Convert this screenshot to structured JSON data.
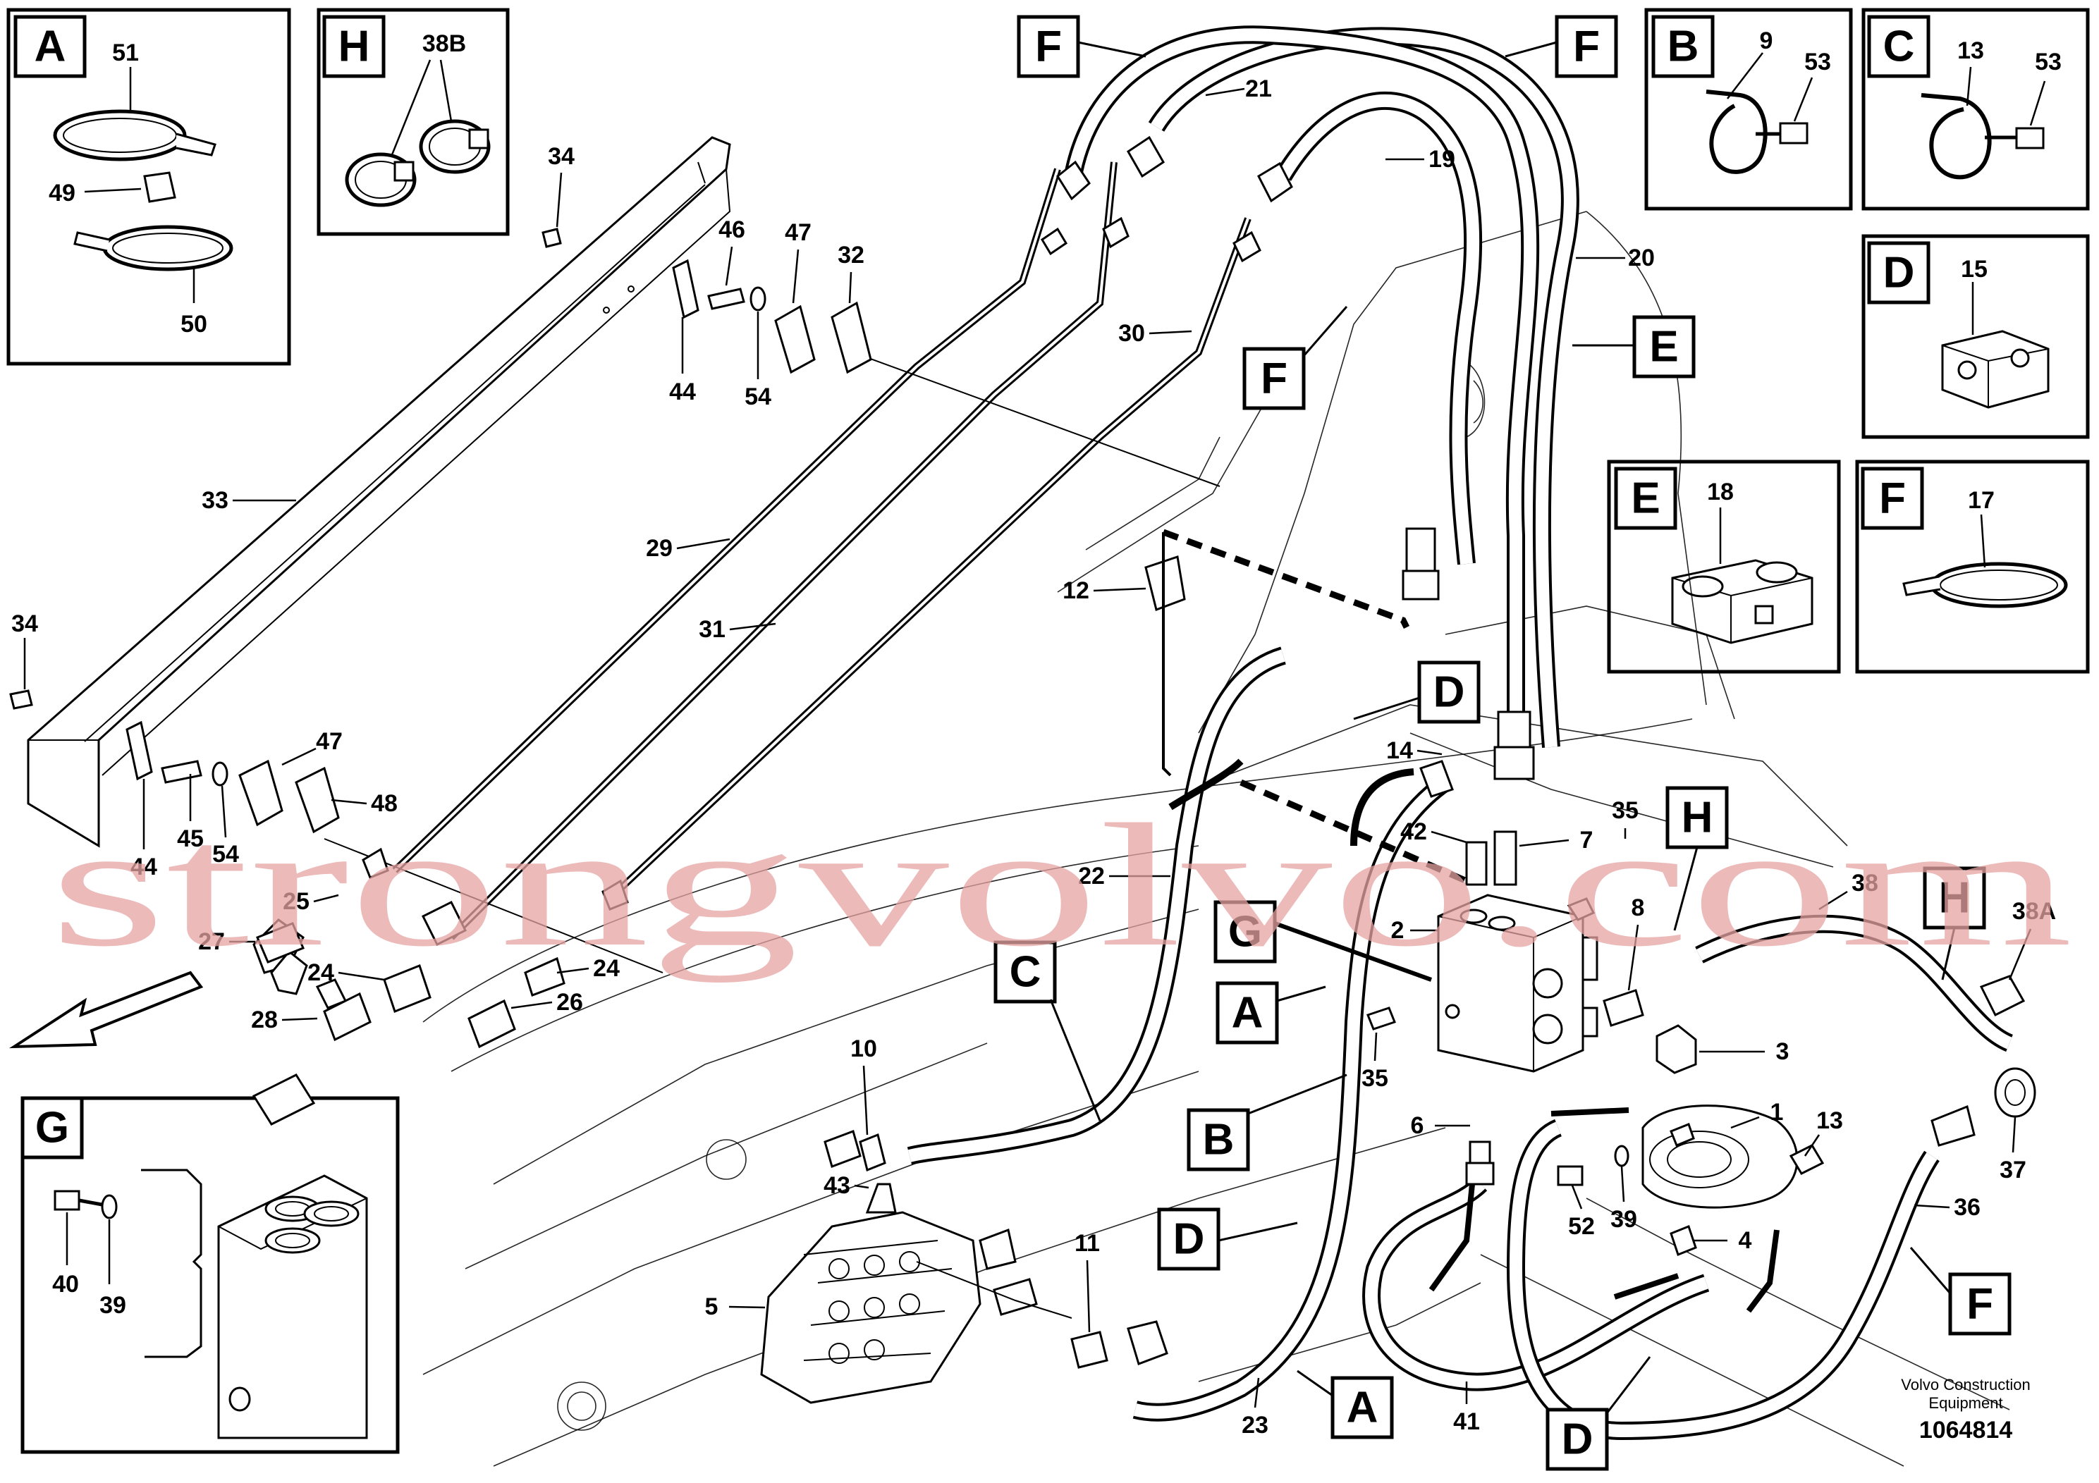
{
  "diagram": {
    "insets": [
      {
        "letter": "A",
        "parts": [
          "51",
          "49",
          "50"
        ]
      },
      {
        "letter": "H",
        "parts": [
          "38B"
        ]
      },
      {
        "letter": "B",
        "parts": [
          "9",
          "53"
        ]
      },
      {
        "letter": "C",
        "parts": [
          "13",
          "53"
        ]
      },
      {
        "letter": "D",
        "parts": [
          "15"
        ]
      },
      {
        "letter": "E",
        "parts": [
          "18"
        ]
      },
      {
        "letter": "F",
        "parts": [
          "17"
        ]
      },
      {
        "letter": "G",
        "parts": [
          "40",
          "39"
        ]
      }
    ],
    "callout_tags": [
      "F",
      "F",
      "F",
      "E",
      "D",
      "H",
      "H",
      "G",
      "C",
      "A",
      "B",
      "D",
      "A",
      "D",
      "F"
    ],
    "part_numbers": [
      "21",
      "19",
      "20",
      "30",
      "34",
      "46",
      "47",
      "32",
      "44",
      "54",
      "33",
      "29",
      "31",
      "34",
      "47",
      "48",
      "44",
      "45",
      "54",
      "25",
      "27",
      "24",
      "24",
      "26",
      "28",
      "12",
      "22",
      "14",
      "42",
      "7",
      "35",
      "2",
      "35",
      "8",
      "38",
      "38A",
      "3",
      "1",
      "13",
      "37",
      "36",
      "6",
      "52",
      "39",
      "4",
      "10",
      "43",
      "11",
      "5",
      "23",
      "41"
    ],
    "credit_line1": "Volvo Construction",
    "credit_line2": "Equipment",
    "doc_number": "1064814",
    "watermark": "strongvolvo.com"
  }
}
